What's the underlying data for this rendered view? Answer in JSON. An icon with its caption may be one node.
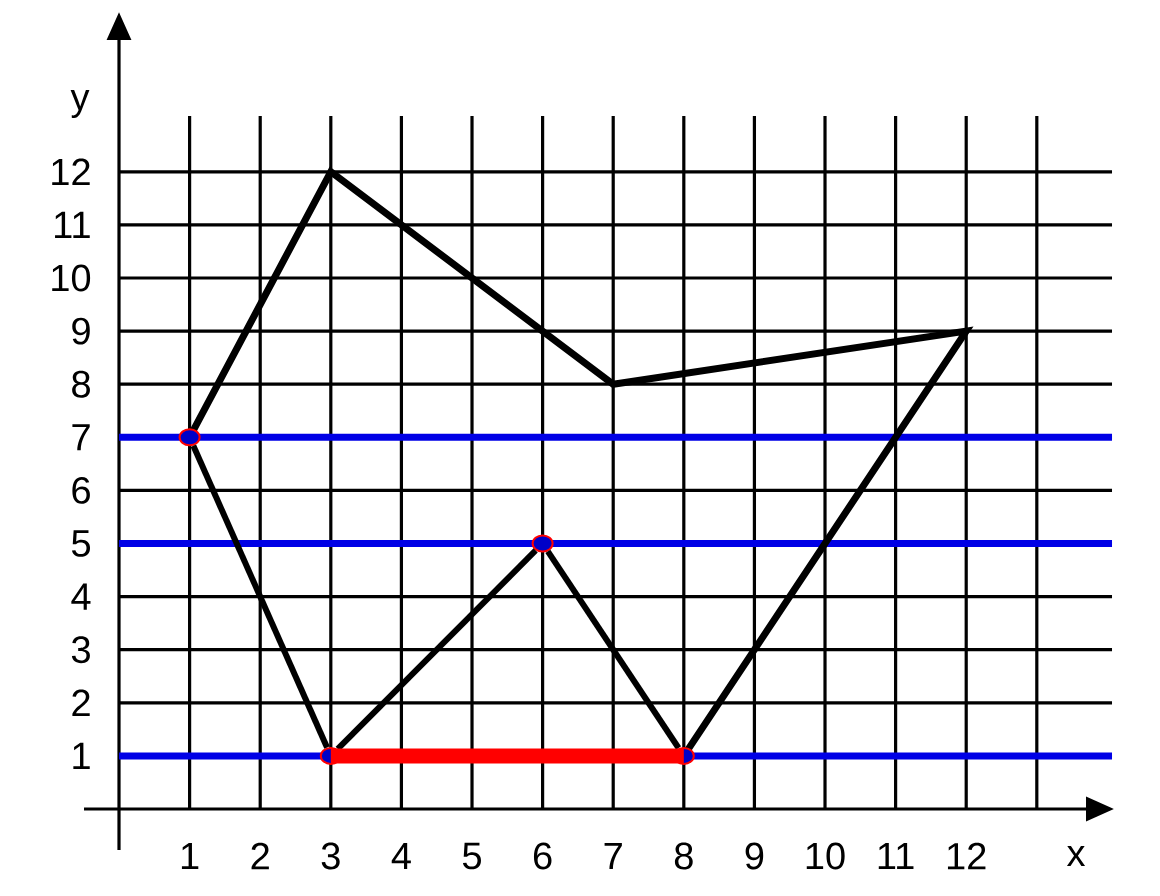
{
  "diagram": {
    "nodes": [
      {
        "text": [],
        "shape": "circle"
      },
      {
        "text": [],
        "shape": "circle"
      },
      {
        "text": [],
        "shape": "circle"
      },
      {
        "text": [],
        "shape": "circle"
      }
    ],
    "edges": [
      {
        "from": 0,
        "to": 2,
        "arrow": "none"
      },
      {
        "from": 2,
        "to": 1,
        "arrow": "none"
      },
      {
        "from": 1,
        "to": 3,
        "arrow": "none"
      },
      {
        "from": 2,
        "to": 3,
        "arrow": "none",
        "style": "thick",
        "color": "#ff0000"
      }
    ],
    "labels": [
      "y",
      "12",
      "11",
      "10",
      "9",
      "8",
      "7",
      "6",
      "5",
      "4",
      "3",
      "2",
      "1",
      "1",
      "2",
      "3",
      "4",
      "5",
      "6",
      "7",
      "8",
      "9",
      "10",
      "11",
      "12",
      "x"
    ]
  }
}
